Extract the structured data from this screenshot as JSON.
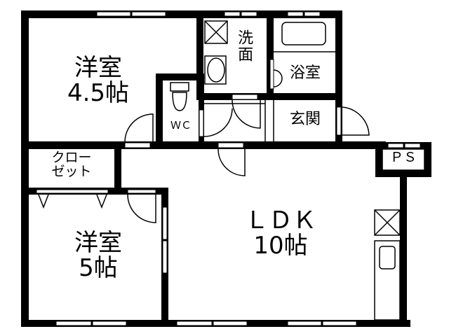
{
  "floor_plan": {
    "rooms": [
      {
        "id": "western-room-1",
        "name": "洋室",
        "size": "4.5帖"
      },
      {
        "id": "western-room-2",
        "name": "洋室",
        "size": "5帖"
      },
      {
        "id": "ldk",
        "name": "ＬＤＫ",
        "size": "10帖"
      },
      {
        "id": "washroom",
        "name": "洗面"
      },
      {
        "id": "bathroom",
        "name": "浴室"
      },
      {
        "id": "entrance",
        "name": "玄関"
      },
      {
        "id": "toilet",
        "name": "ＷＣ"
      },
      {
        "id": "closet",
        "name_line1": "クロー",
        "name_line2": "ゼット"
      },
      {
        "id": "pipe-space",
        "name": "ＰＳ"
      }
    ],
    "colors": {
      "wall": "#000000",
      "background": "#ffffff"
    }
  }
}
